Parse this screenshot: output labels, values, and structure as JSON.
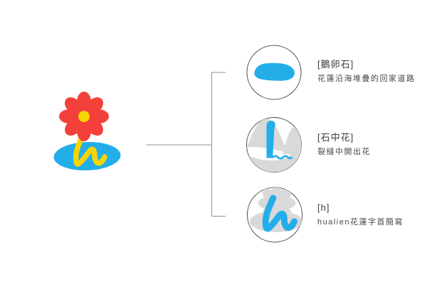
{
  "page": {
    "background": "#ffffff",
    "description": "Hualien flower logo design rationale diagram"
  },
  "colors": {
    "red": "#f4403a",
    "yellow": "#f6d504",
    "blue": "#23aeea",
    "gray": "#d9d9d9",
    "connector": "#8f8f8f",
    "circle_outline": "#4d4d4d",
    "title_text": "#3c3c3c",
    "subtitle_text": "#474747"
  },
  "logo": {
    "name": "hualien-flower-logo",
    "parts": [
      "red-flower",
      "yellow-hiragana-n-stem",
      "blue-pond-base"
    ]
  },
  "items": [
    {
      "id": "pebble",
      "icon": "pebble-icon",
      "title": "[鵝卵石]",
      "description": "花蓮沿海堆疊的回家道路"
    },
    {
      "id": "stone-flower",
      "icon": "stone-flower-icon",
      "title": "[石中花]",
      "description": "裂縫中開出花"
    },
    {
      "id": "h-initial",
      "icon": "hiragana-n-icon",
      "title": "[h]",
      "description": "hualien花蓮字首簡寫"
    }
  ]
}
